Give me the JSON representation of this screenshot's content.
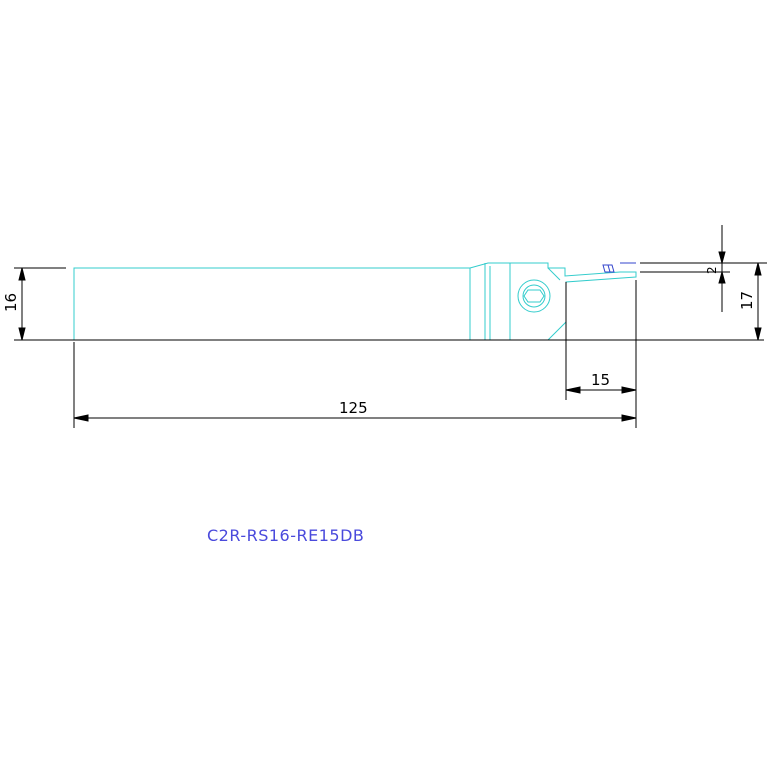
{
  "drawing": {
    "model_code": "C2R-RS16-RE15DB",
    "dimensions": {
      "shank_height": "16",
      "total_length": "125",
      "head_length": "15",
      "head_height": "17",
      "groove_width": "2"
    }
  },
  "colors": {
    "tool_outline": "#33cccc",
    "dimension_line": "#000000",
    "insert_detail": "#3344cc",
    "model_text": "#4a4adc"
  }
}
